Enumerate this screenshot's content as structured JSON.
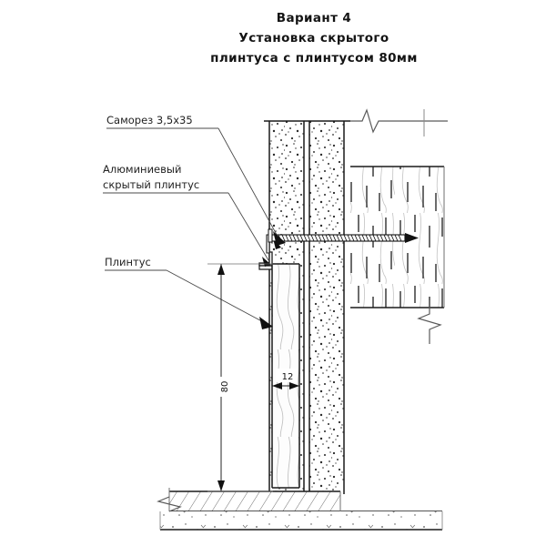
{
  "title": {
    "line1": "Вариант 4",
    "line2": "Установка скрытого",
    "line3": "плинтуса с плинтусом 80мм"
  },
  "labels": {
    "screw": "Саморез 3,5х35",
    "alu_line1": "Алюминиевый",
    "alu_line2": "скрытый плинтус",
    "plinth": "Плинтус"
  },
  "dimensions": {
    "height": "80",
    "thickness": "12"
  },
  "colors": {
    "line": "#1a1a1a",
    "thin_line": "#4a4a4a",
    "grain": "#b9b9b9",
    "concrete_dot": "#2b2b2b",
    "background": "#ffffff",
    "hatch": "#6b6b6b"
  },
  "drawing": {
    "type": "technical-section-drawing",
    "subject": "Hidden aluminium skirting installation detail with 80mm skirting board",
    "elements": [
      "concrete-wall-column-left",
      "concrete-wall-column-right",
      "wood-panel-right",
      "aluminium-hidden-profile",
      "skirting-board",
      "floor-layer",
      "concrete-slab",
      "self-tapping-screw",
      "break-symbol-top-right",
      "break-symbol-right",
      "break-symbol-bottom-left"
    ]
  }
}
